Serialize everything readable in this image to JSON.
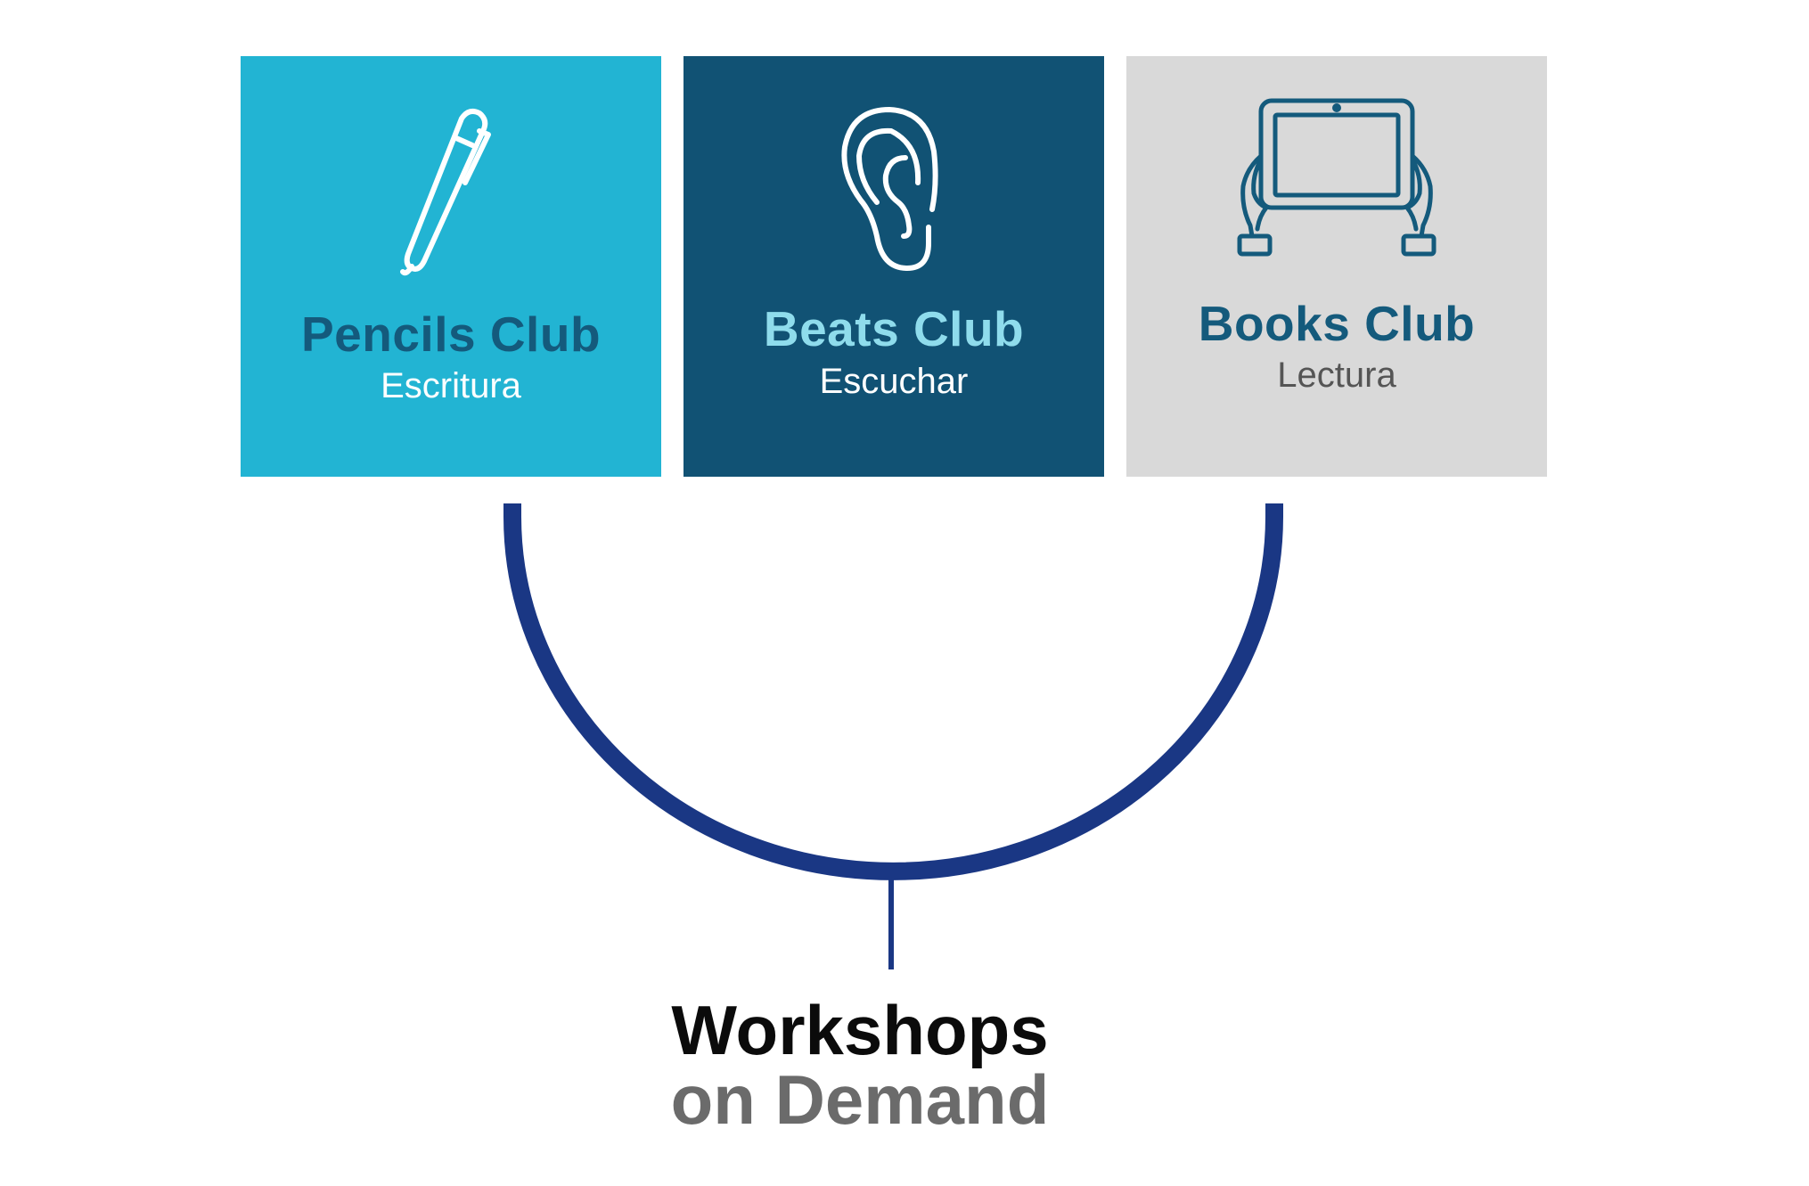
{
  "clubs": [
    {
      "title": "Pencils Club",
      "subtitle": "Escritura",
      "icon": "pen-icon",
      "color": "#22b4d3"
    },
    {
      "title": "Beats Club",
      "subtitle": "Escuchar",
      "icon": "ear-icon",
      "color": "#115274"
    },
    {
      "title": "Books Club",
      "subtitle": "Lectura",
      "icon": "tablet-icon",
      "color": "#d9d9d9"
    }
  ],
  "footer": {
    "line1": "Workshops",
    "line2": "on Demand"
  },
  "colors": {
    "connector": "#1a3784",
    "title_dark": "#145a7c",
    "title_light": "#8fdcec"
  }
}
